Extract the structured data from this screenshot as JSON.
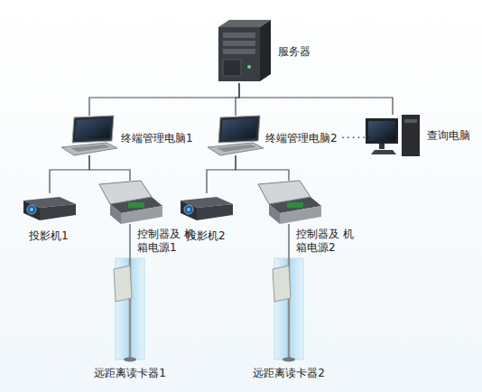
{
  "diagram": {
    "nodes": [
      {
        "text": [
          "服务器"
        ]
      },
      {
        "text": [
          "终端管理电脑1"
        ]
      },
      {
        "text": [
          "终端管理电脑2"
        ]
      },
      {
        "text": [
          "查询电脑"
        ]
      },
      {
        "text": [
          "投影机1"
        ]
      },
      {
        "text": [
          "控制器及 机箱电源1"
        ]
      },
      {
        "text": [
          "投影机2"
        ]
      },
      {
        "text": [
          "控制器及 机箱电源2"
        ]
      },
      {
        "text": [
          "远距离读卡器1"
        ]
      },
      {
        "text": [
          "远距离读卡器2"
        ]
      }
    ],
    "edges": [
      {
        "from": 0,
        "to": 1,
        "arrow": "none"
      },
      {
        "from": 0,
        "to": 2,
        "arrow": "none"
      },
      {
        "from": 0,
        "to": 3,
        "arrow": "none"
      },
      {
        "from": 1,
        "to": 4,
        "arrow": "none"
      },
      {
        "from": 1,
        "to": 5,
        "arrow": "none"
      },
      {
        "from": 2,
        "to": 6,
        "arrow": "none"
      },
      {
        "from": 2,
        "to": 7,
        "arrow": "none"
      },
      {
        "from": 5,
        "to": 8,
        "arrow": "none"
      },
      {
        "from": 7,
        "to": 9,
        "arrow": "none"
      }
    ],
    "labels": [
      "······"
    ]
  }
}
